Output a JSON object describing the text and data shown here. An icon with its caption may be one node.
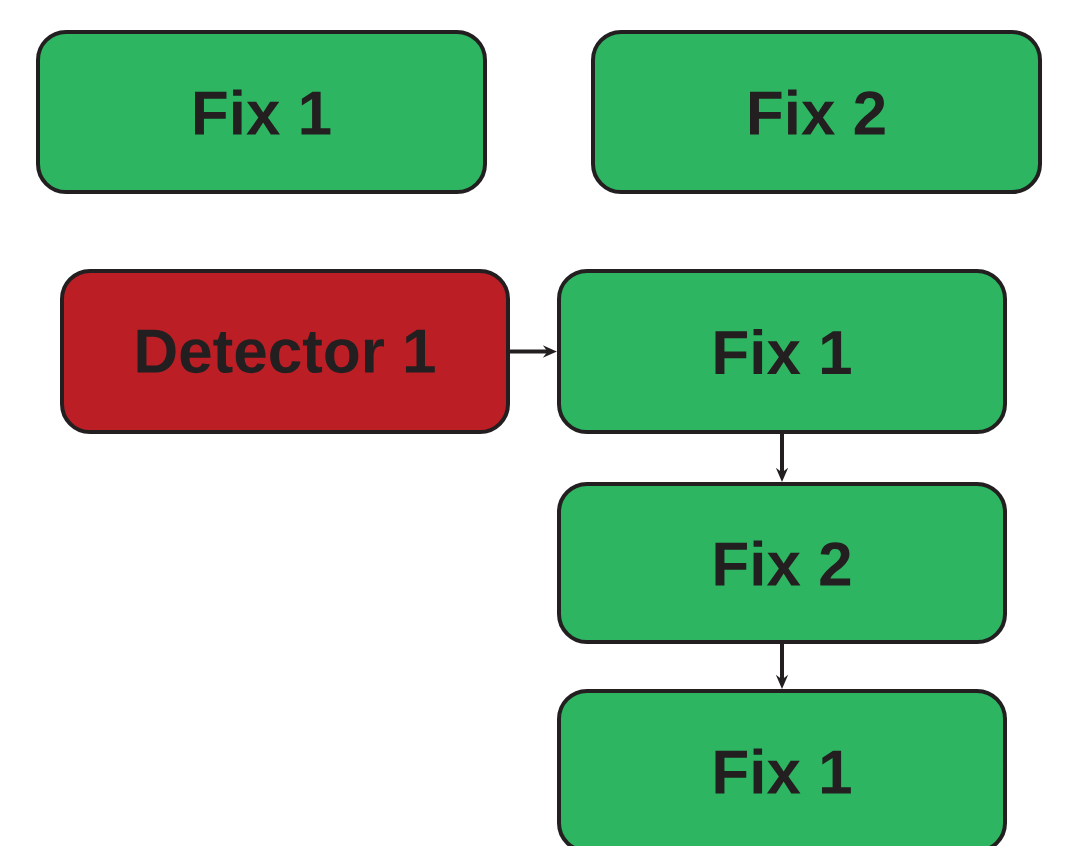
{
  "diagram": {
    "nodes": [
      {
        "text": [
          "Fix 1"
        ]
      },
      {
        "text": [
          "Fix 2"
        ]
      },
      {
        "text": [
          "Detector 1"
        ]
      },
      {
        "text": [
          "Fix 1"
        ]
      },
      {
        "text": [
          "Fix 2"
        ]
      },
      {
        "text": [
          "Fix 1"
        ]
      }
    ],
    "edges": [
      {
        "from": 2,
        "to": 3,
        "arrow": "to"
      },
      {
        "from": 3,
        "to": 4,
        "arrow": "to"
      },
      {
        "from": 4,
        "to": 5,
        "arrow": "to"
      }
    ]
  }
}
